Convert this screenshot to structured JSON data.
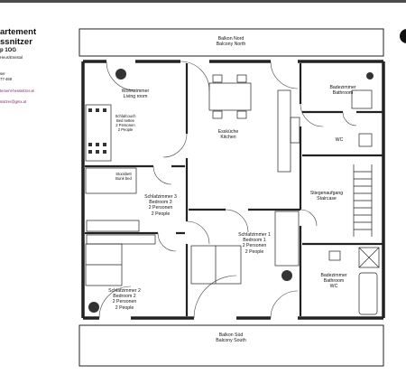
{
  "sidebar": {
    "title_line1": "artement",
    "title_line2": "ssnitzer",
    "floor": "p 1OG",
    "address": "Heus/Ennstal",
    "contact_label": "ser",
    "phone": "77-469",
    "website": "tement-hessnitzer.at",
    "email": "snitzer@gmx.at"
  },
  "rooms": {
    "balcony_north": {
      "de": "Balkon Nord",
      "en": "Balcony North"
    },
    "living": {
      "de": "Wohnzimmer",
      "en": "Living room"
    },
    "kitchen": {
      "de": "Essküche",
      "en": "Kitchen"
    },
    "bathroom_top": {
      "de": "Badezimmer",
      "en": "Bathroom"
    },
    "wc_top": {
      "de": "WC"
    },
    "sofa_bed": {
      "l1": "Schlafcouch",
      "l2": "Bed settee",
      "l3": "2 Personen",
      "l4": "2 People"
    },
    "bunk_bed": {
      "l1": "Stockbett",
      "l2": "Bunk bed"
    },
    "bedroom3": {
      "de": "Schlafzimmer 3",
      "en": "Bedroom 3",
      "p_de": "2 Personen",
      "p_en": "2 People"
    },
    "staircase": {
      "de": "Stiegenaufgang",
      "en": "Staircase"
    },
    "bedroom1": {
      "de": "Schlafzimmer 1",
      "en": "Bedroom 1",
      "p_de": "2 Personen",
      "p_en": "2 People"
    },
    "bedroom2": {
      "de": "Schlafzimmer 2",
      "en": "Bedroom 2",
      "p_de": "2 Personen",
      "p_en": "2 People"
    },
    "bathroom_wc": {
      "de": "Badezimmer",
      "en": "Bathroom",
      "wc": "WC"
    },
    "balcony_south": {
      "de": "Balkon Süd",
      "en": "Balcony South"
    }
  }
}
